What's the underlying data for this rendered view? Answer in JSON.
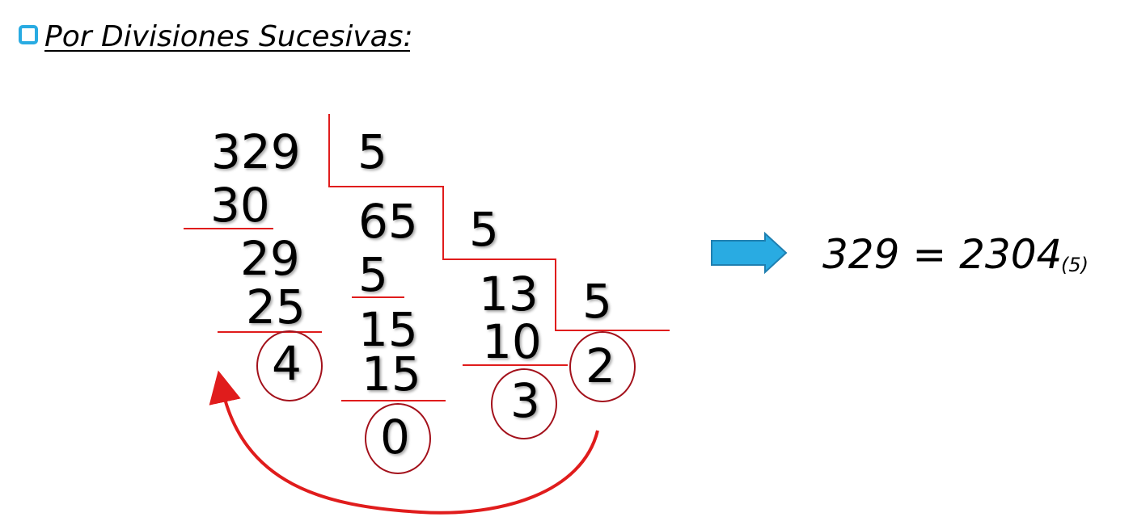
{
  "heading": {
    "bullet_icon": "square-bullet-icon",
    "text": "Por Divisiones Sucesivas:"
  },
  "division": {
    "dividend": "329",
    "steps": [
      {
        "dividend": "329",
        "divisor": "5",
        "product": "30",
        "partial": "29",
        "product2": "25",
        "remainder": "4"
      },
      {
        "quotient": "65",
        "divisor": "5",
        "product": "5",
        "partial": "15",
        "product2": "15",
        "remainder": "0"
      },
      {
        "quotient": "13",
        "divisor": "5",
        "product": "10",
        "remainder": "3"
      },
      {
        "quotient": "2"
      }
    ]
  },
  "arrow_icon": "right-arrow-icon",
  "result": {
    "expression": "329 = 2304",
    "base": "(5)"
  },
  "colors": {
    "accent": "#e01c1c",
    "arrow_fill": "#29abe2",
    "arrow_stroke": "#1f7fb0",
    "bullet": "#29abe2"
  }
}
